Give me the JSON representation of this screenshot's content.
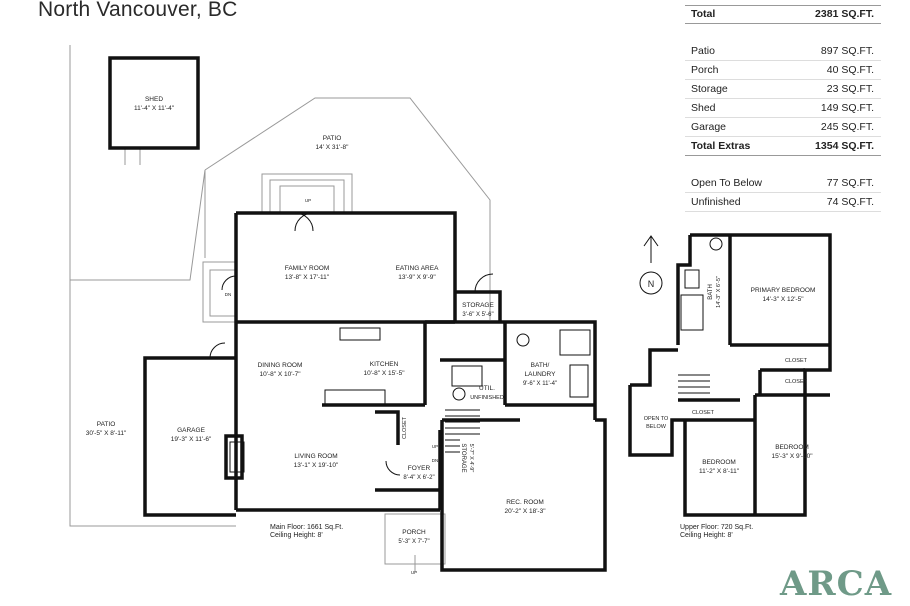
{
  "header": {
    "title": "North Vancouver, BC"
  },
  "stats": {
    "total_label": "Total",
    "total_value": "2381 SQ.FT.",
    "extras": [
      {
        "label": "Patio",
        "value": "897 SQ.FT."
      },
      {
        "label": "Porch",
        "value": "40 SQ.FT."
      },
      {
        "label": "Storage",
        "value": "23 SQ.FT."
      },
      {
        "label": "Shed",
        "value": "149 SQ.FT."
      },
      {
        "label": "Garage",
        "value": "245 SQ.FT."
      }
    ],
    "total_extras_label": "Total Extras",
    "total_extras_value": "1354 SQ.FT.",
    "other": [
      {
        "label": "Open To Below",
        "value": "77 SQ.FT."
      },
      {
        "label": "Unfinished",
        "value": "74 SQ.FT."
      }
    ]
  },
  "main_floor": {
    "rooms": {
      "shed": {
        "name": "SHED",
        "dims": "11'-4\" X 11'-4\""
      },
      "patio_top": {
        "name": "PATIO",
        "dims": "14' X 31'-8\""
      },
      "family": {
        "name": "FAMILY ROOM",
        "dims": "13'-8\" X 17'-11\""
      },
      "eating": {
        "name": "EATING AREA",
        "dims": "13'-9\" X 9'-9\""
      },
      "storage": {
        "name": "STORAGE",
        "dims": "3'-6\" X 5'-6\""
      },
      "dining": {
        "name": "DINING ROOM",
        "dims": "10'-8\" X 10'-7\""
      },
      "kitchen": {
        "name": "KITCHEN",
        "dims": "10'-8\" X 15'-5\""
      },
      "bath_laundry": {
        "name1": "BATH/",
        "name2": "LAUNDRY",
        "dims": "9'-6\" X 11'-4\""
      },
      "util": {
        "name": "UTIL.",
        "sub": "UNFINISHED"
      },
      "patio_left": {
        "name": "PATIO",
        "dims": "30'-5\" X 8'-11\""
      },
      "garage": {
        "name": "GARAGE",
        "dims": "19'-3\" X 11'-6\""
      },
      "living": {
        "name": "LIVING ROOM",
        "dims": "13'-1\" X 19'-10\""
      },
      "closet": {
        "name": "CLOSET"
      },
      "foyer": {
        "name": "FOYER",
        "dims": "8'-4\" X 6'-2\""
      },
      "storage2": {
        "name": "STORAGE",
        "dims": "5'-7\" X 4'-9\""
      },
      "rec": {
        "name": "REC. ROOM",
        "dims": "20'-2\" X 18'-3\""
      },
      "porch": {
        "name": "PORCH",
        "dims": "5'-3\" X 7'-7\""
      }
    },
    "marks": {
      "up": "UP",
      "dn": "DN"
    },
    "note_line1": "Main Floor: 1661 Sq.Ft.",
    "note_line2": "Ceiling Height: 8'"
  },
  "upper_floor": {
    "rooms": {
      "bath": {
        "name": "BATH",
        "dims": "14'-3\" X 6'-5\""
      },
      "primary": {
        "name": "PRIMARY BEDROOM",
        "dims": "14'-3\" X 12'-5\""
      },
      "closet1": {
        "name": "CLOSET"
      },
      "closet2": {
        "name": "CLOSET"
      },
      "closet3": {
        "name": "CLOSET"
      },
      "open_below": {
        "name1": "OPEN TO",
        "name2": "BELOW"
      },
      "bed2": {
        "name": "BEDROOM",
        "dims": "11'-2\" X 8'-11\""
      },
      "bed3": {
        "name": "BEDROOM",
        "dims": "15'-3\" X 9'-10\""
      }
    },
    "compass": "N",
    "note_line1": "Upper Floor: 720 Sq.Ft.",
    "note_line2": "Ceiling Height: 8'"
  },
  "logo": {
    "text": "ARCA",
    "color": "#6f9a88"
  }
}
